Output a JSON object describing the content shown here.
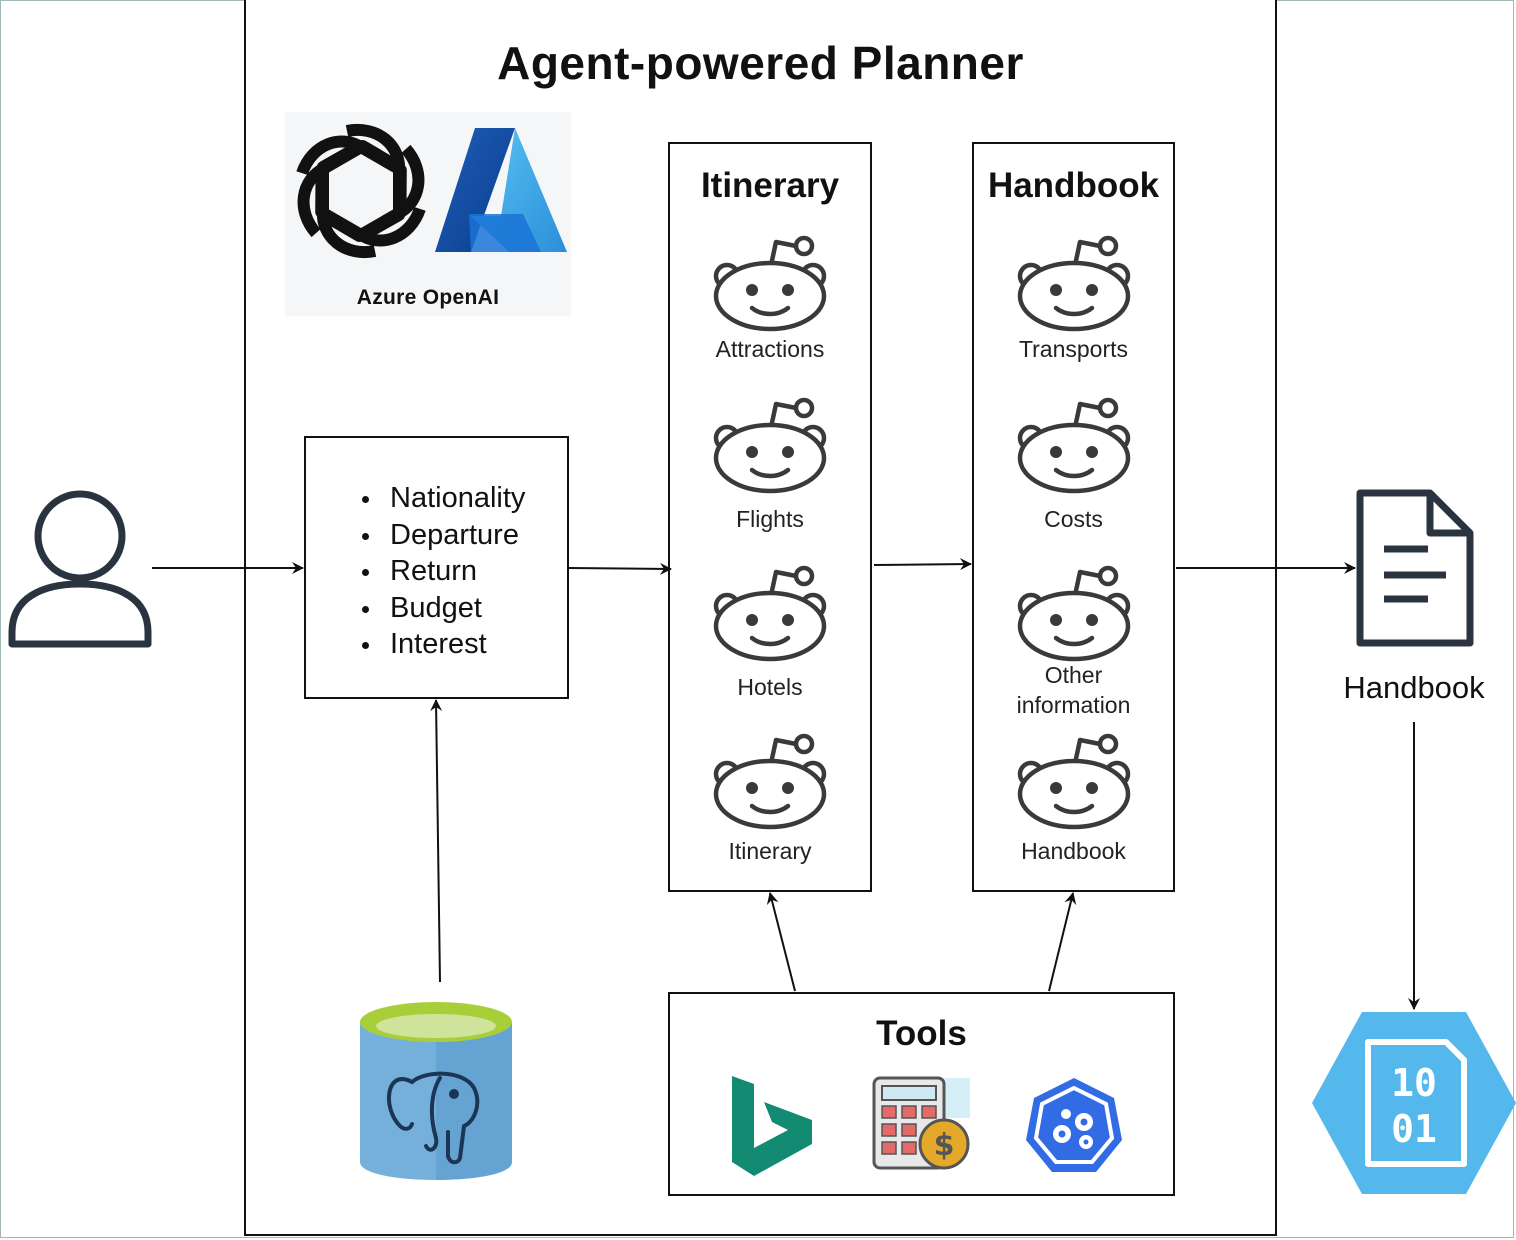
{
  "title": "Agent-powered Planner",
  "llm_logo": {
    "label": "Azure OpenAI",
    "icons": [
      "openai-logo-icon",
      "azure-logo-icon"
    ]
  },
  "user": {
    "icon": "user-icon"
  },
  "inputs": {
    "items": [
      "Nationality",
      "Departure",
      "Return",
      "Budget",
      "Interest"
    ]
  },
  "itinerary_group": {
    "title": "Itinerary",
    "agents": [
      "Attractions",
      "Flights",
      "Hotels",
      "Itinerary"
    ]
  },
  "handbook_group": {
    "title": "Handbook",
    "agents": [
      "Transports",
      "Costs",
      "Other information",
      "Handbook"
    ]
  },
  "tools": {
    "title": "Tools",
    "icons": [
      "bing-icon",
      "calculator-icon",
      "kubernetes-icon"
    ]
  },
  "database": {
    "icon": "postgresql-database-icon"
  },
  "output": {
    "label": "Handbook",
    "icon": "document-icon"
  },
  "storage": {
    "icon": "blob-storage-icon",
    "glyph_top": "10",
    "glyph_bottom": "01"
  },
  "colors": {
    "agent_stroke": "#3a3a3a",
    "azure_blue": "#1f6fd1",
    "db_body": "#74b0da",
    "db_top": "#a8cf3a",
    "storage_hex": "#55b8ec",
    "bing_green": "#138a72",
    "k8s_blue": "#326ce5"
  }
}
